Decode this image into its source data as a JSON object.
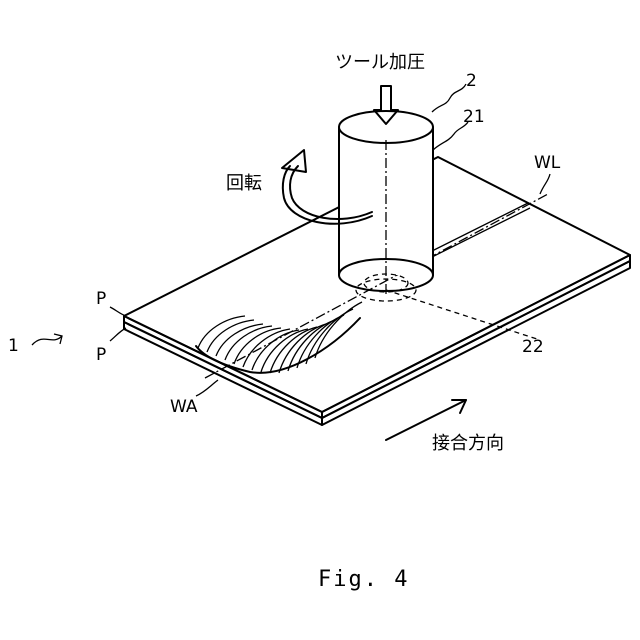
{
  "labels": {
    "tool_pressure": "ツール加圧",
    "rotation": "回転",
    "joining_direction": "接合方向",
    "tool_ref": "2",
    "tool_body_ref": "21",
    "probe_ref": "22",
    "weld_line_ref": "WL",
    "welded_area_ref": "WA",
    "plate_top_ref": "P",
    "plate_bottom_ref": "P",
    "assembly_ref": "1"
  },
  "caption": "Fig. 4"
}
